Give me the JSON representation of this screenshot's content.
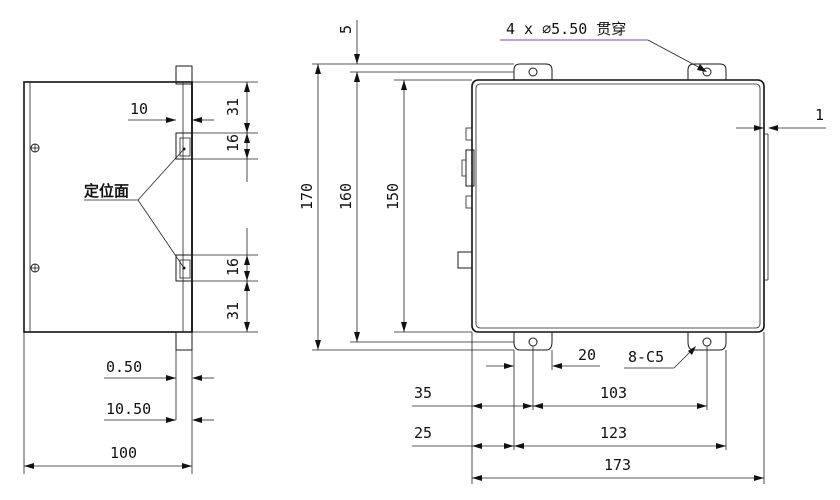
{
  "left_view": {
    "dim_10": "10",
    "dim_31_top": "31",
    "dim_16_top": "16",
    "dim_16_bottom": "16",
    "dim_31_bottom": "31",
    "dim_0_50": "0.50",
    "dim_10_50": "10.50",
    "dim_100": "100",
    "locating_face_label": "定位面"
  },
  "right_view": {
    "dim_5": "5",
    "dim_170": "170",
    "dim_160": "160",
    "dim_150": "150",
    "dim_1": "1",
    "hole_callout": "4 x ∅5.50 贯穿",
    "dim_20": "20",
    "chamfer_callout": "8-C5",
    "dim_35": "35",
    "dim_103": "103",
    "dim_25": "25",
    "dim_123": "123",
    "dim_173": "173"
  }
}
